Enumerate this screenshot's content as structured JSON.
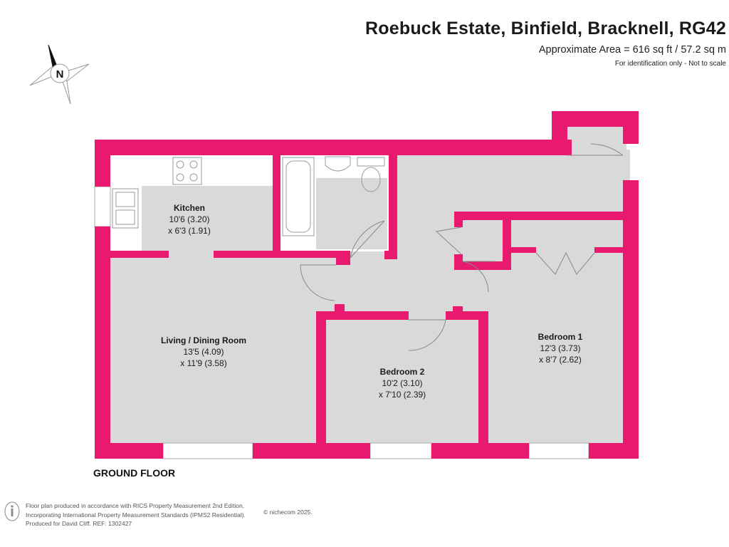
{
  "header": {
    "title": "Roebuck Estate, Binfield, Bracknell, RG42",
    "area": "Approximate Area = 616 sq ft / 57.2 sq m",
    "note": "For identification only - Not to scale"
  },
  "compass": {
    "letter": "N",
    "icon": "north-arrow-icon"
  },
  "rooms": {
    "kitchen": {
      "name": "Kitchen",
      "dim1": "10'6 (3.20)",
      "dim2": "x 6'3 (1.91)"
    },
    "living": {
      "name": "Living / Dining Room",
      "dim1": "13'5 (4.09)",
      "dim2": "x 11'9 (3.58)"
    },
    "bedroom2": {
      "name": "Bedroom 2",
      "dim1": "10'2 (3.10)",
      "dim2": "x 7'10 (2.39)"
    },
    "bedroom1": {
      "name": "Bedroom 1",
      "dim1": "12'3 (3.73)",
      "dim2": "x 8'7 (2.62)"
    }
  },
  "floor_label": "GROUND FLOOR",
  "footer": {
    "line1": "Floor plan produced in accordance with RICS Property Measurement 2nd Edition,",
    "line2": "Incorporating International Property Measurement Standards (IPMS2 Residential).",
    "line3": "Produced for David Cliff.   REF:  1302427",
    "copyright": "© nichecom 2025."
  },
  "colors": {
    "wall": "#e8196e",
    "floor": "#d9d9d9",
    "text": "#1b1b1b"
  }
}
